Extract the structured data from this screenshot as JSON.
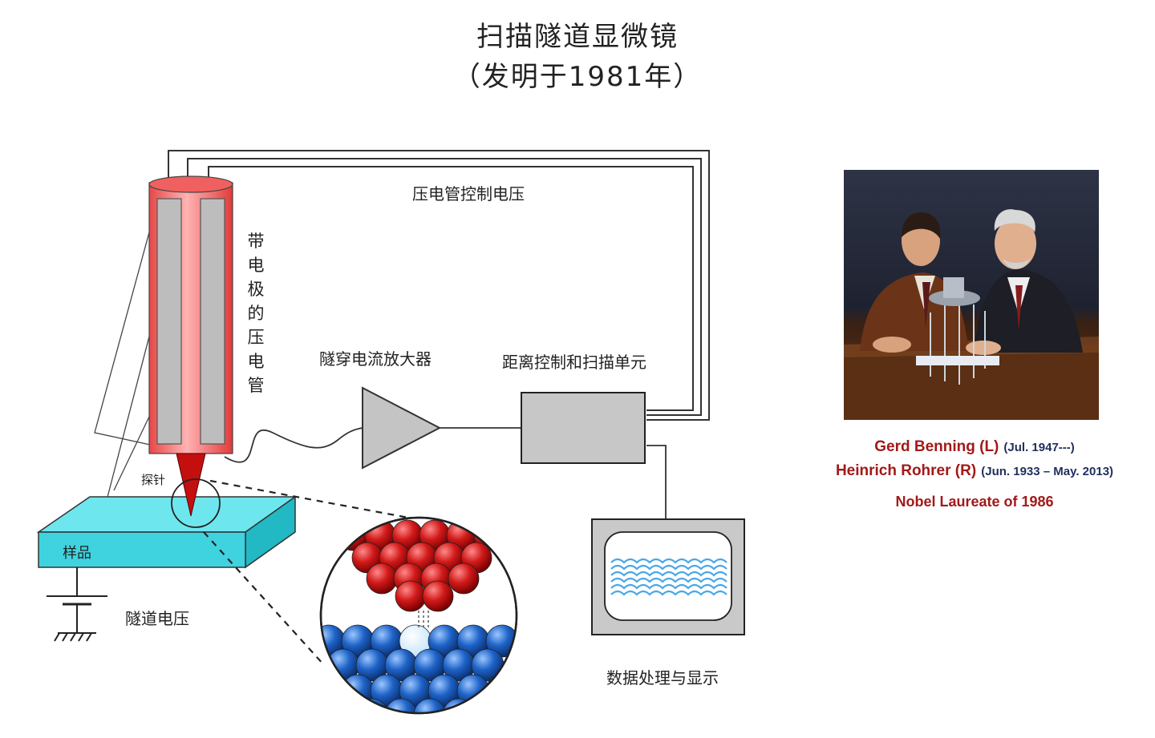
{
  "title": {
    "line1": "扫描隧道显微镜",
    "line2": "（发明于1981年）"
  },
  "diagram": {
    "piezo_tube_label": "带电极的压电管",
    "piezo_voltage_label": "压电管控制电压",
    "amplifier_label": "隧穿电流放大器",
    "control_unit_label": "距离控制和扫描单元",
    "probe_label": "探针",
    "sample_label": "样品",
    "tunnel_voltage_label": "隧道电压",
    "display_label": "数据处理与显示"
  },
  "laureates": {
    "name1": "Gerd Benning (L)",
    "dates1": "(Jul. 1947---)",
    "name2": "Heinrich Rohrer (R)",
    "dates2": "(Jun. 1933 – May. 2013)",
    "award": "Nobel Laureate of 1986",
    "accent_color": "#a31919",
    "date_color": "#1f2e5c"
  }
}
